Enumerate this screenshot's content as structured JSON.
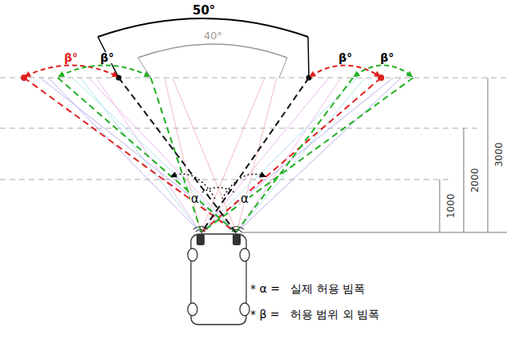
{
  "diagram": {
    "labels": [
      "50°",
      "40°",
      "β°",
      "β°",
      "β°",
      "β°",
      "α",
      "α",
      "3000",
      "2000",
      "1000",
      "* α =   실제 허용 빔폭",
      "* β =   허용 범위 외 빔폭"
    ]
  }
}
